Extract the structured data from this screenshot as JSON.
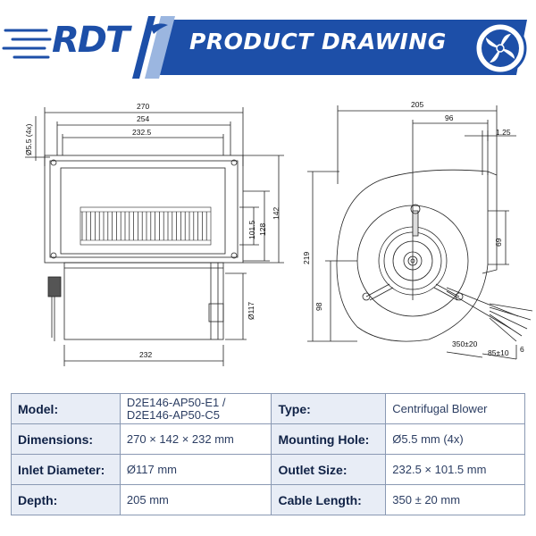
{
  "header": {
    "logo_text": "RDT",
    "banner_title": "PRODUCT DRAWING",
    "brand_color": "#1d4fa8",
    "icon": "fan-icon"
  },
  "drawing": {
    "front_view": {
      "dims": {
        "overall_width": "270",
        "mount_span": "254",
        "outlet_width": "232.5",
        "hole": "Ø5.5 (4x)",
        "outlet_height": "101.5",
        "height_mid": "128",
        "overall_height": "142",
        "inlet": "Ø117",
        "depth": "232"
      }
    },
    "side_view": {
      "dims": {
        "total_width": "205",
        "offset": "96",
        "flange": "1.25",
        "height": "219",
        "outlet_side": "69",
        "lower": "98",
        "cable_len": "350±20",
        "strip_len": "85±10",
        "strip_end": "6"
      }
    }
  },
  "specs": {
    "rows": [
      {
        "l1": "Model:",
        "v1": "D2E146-AP50-E1 /\nD2E146-AP50-C5",
        "l2": "Type:",
        "v2": "Centrifugal Blower"
      },
      {
        "l1": "Dimensions:",
        "v1": "270 × 142 × 232 mm",
        "l2": "Mounting Hole:",
        "v2": "Ø5.5 mm (4x)"
      },
      {
        "l1": "Inlet Diameter:",
        "v1": "Ø117 mm",
        "l2": "Outlet Size:",
        "v2": "232.5 × 101.5 mm"
      },
      {
        "l1": "Depth:",
        "v1": "205 mm",
        "l2": "Cable Length:",
        "v2": "350 ± 20 mm"
      }
    ]
  }
}
